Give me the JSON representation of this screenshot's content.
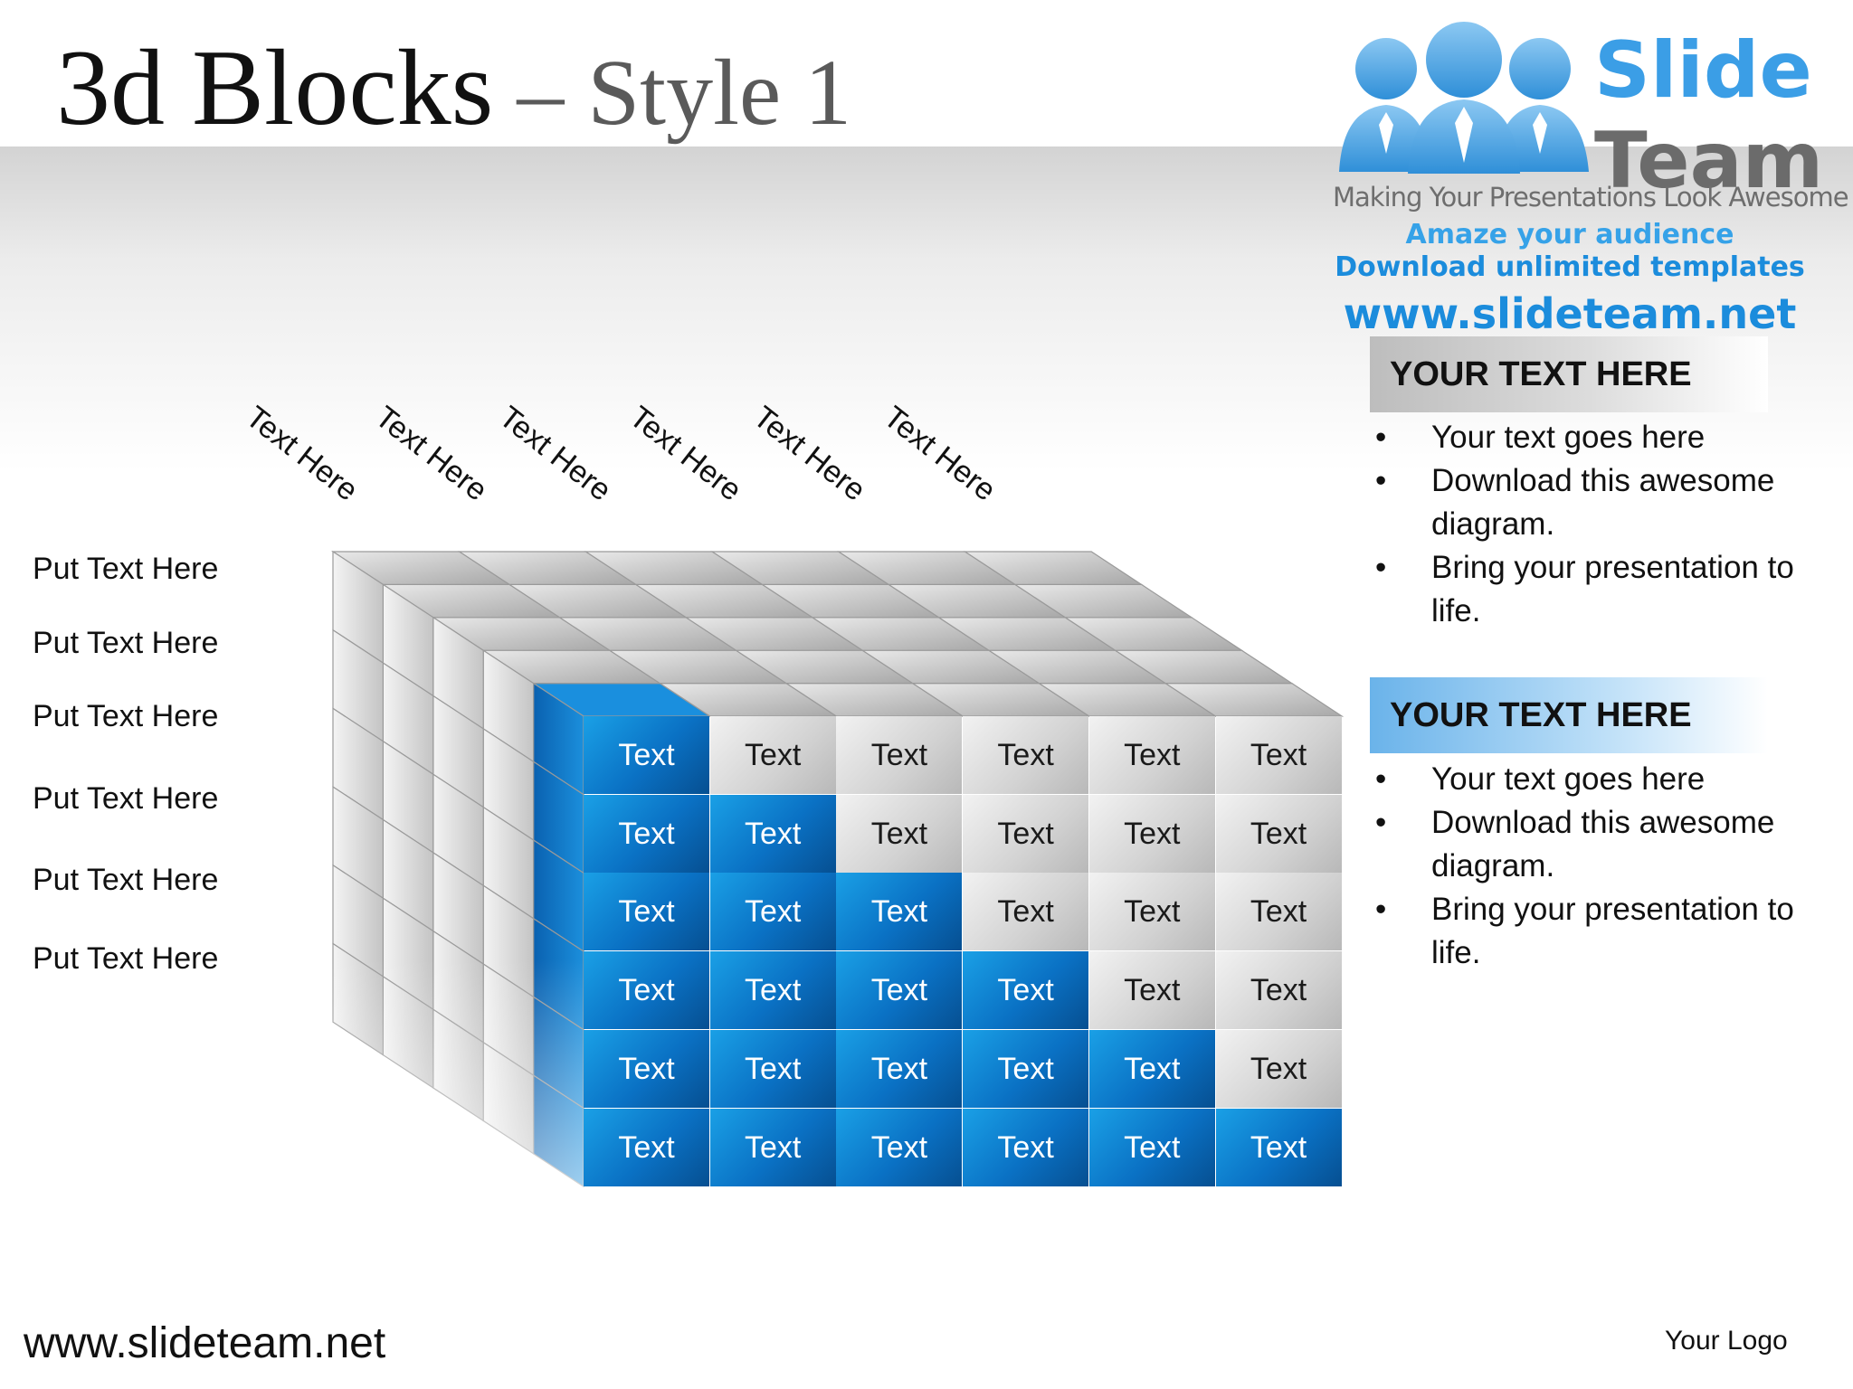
{
  "title": {
    "main": "3d Blocks",
    "dash": " – ",
    "sub": "Style 1"
  },
  "logo": {
    "brand_line1": "Slide",
    "brand_line2": "Team",
    "tagline": "Making Your Presentations Look Awesome",
    "promo_line1": "Amaze your audience",
    "promo_line2": "Download unlimited templates",
    "url": "www.slideteam.net",
    "icon": "people-group-icon",
    "colors": {
      "blue": "#3b9ee6",
      "gray": "#6b6b6b"
    }
  },
  "panels": [
    {
      "heading": "YOUR TEXT HERE",
      "bullet_char": "•",
      "bullets": [
        "Your text goes here",
        "Download this awesome diagram.",
        "Bring your presentation to life."
      ]
    },
    {
      "heading": "YOUR TEXT HERE",
      "bullet_char": "•",
      "bullets": [
        "Your text goes here",
        "Download this awesome diagram.",
        "Bring your presentation to life."
      ]
    }
  ],
  "diagram": {
    "column_labels": [
      "Text Here",
      "Text Here",
      "Text Here",
      "Text Here",
      "Text Here",
      "Text Here"
    ],
    "row_labels": [
      "Put Text Here",
      "Put Text Here",
      "Put Text Here",
      "Put Text Here",
      "Put Text Here",
      "Put Text Here"
    ],
    "cell_text": "Text",
    "blue_cells_per_row": [
      1,
      2,
      3,
      4,
      5,
      6
    ],
    "colors": {
      "highlight": "#0a71c4",
      "base": "#d2d2d2"
    }
  },
  "footer": {
    "url": "www.slideteam.net",
    "logo_text": "Your Logo"
  }
}
